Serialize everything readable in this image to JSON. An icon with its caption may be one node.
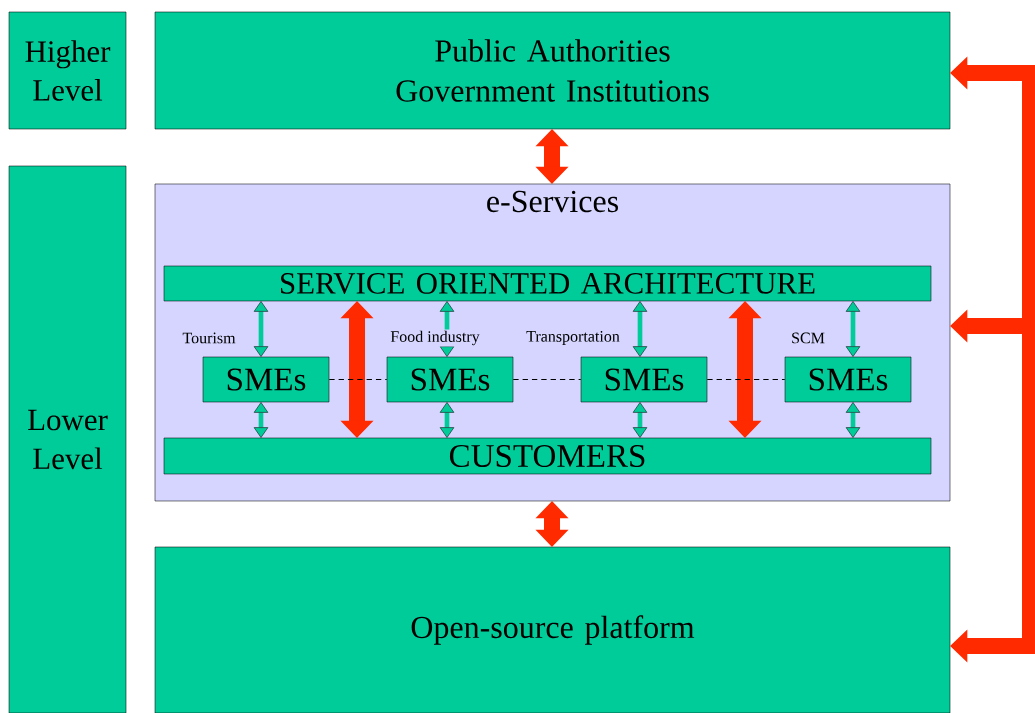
{
  "diagram": {
    "nodes": [
      {
        "text": [
          "Higher Level"
        ]
      },
      {
        "text": [
          "Lower Level"
        ]
      },
      {
        "text": [
          "Public Authorities Government Institutions"
        ]
      },
      {
        "text": [
          "e-Services"
        ]
      },
      {
        "text": [
          "SERVICE ORIENTED ARCHITECTURE"
        ],
        "in": 3
      },
      {
        "text": [
          "SMEs"
        ],
        "in": 3,
        "beside": [
          "Tourism"
        ]
      },
      {
        "text": [
          "SMEs"
        ],
        "in": 3,
        "beside": [
          "Food industry"
        ]
      },
      {
        "text": [
          "SMEs"
        ],
        "in": 3,
        "beside": [
          "Transportation"
        ]
      },
      {
        "text": [
          "SMEs"
        ],
        "in": 3,
        "beside": [
          "SCM"
        ]
      },
      {
        "text": [
          "CUSTOMERS"
        ],
        "in": 3
      },
      {
        "text": [
          "Open-source platform"
        ]
      }
    ],
    "edges": [
      {
        "from": 2,
        "to": 3,
        "arrow": "both",
        "style": "thick",
        "color": "#ff2a00"
      },
      {
        "from": 3,
        "to": 10,
        "arrow": "both",
        "style": "thick",
        "color": "#ff2a00"
      },
      {
        "from": 4,
        "to": 5,
        "arrow": "both"
      },
      {
        "from": 4,
        "to": 6,
        "arrow": "both"
      },
      {
        "from": 4,
        "to": 7,
        "arrow": "both"
      },
      {
        "from": 4,
        "to": 8,
        "arrow": "both"
      },
      {
        "from": 5,
        "to": 9,
        "arrow": "both"
      },
      {
        "from": 6,
        "to": 9,
        "arrow": "both"
      },
      {
        "from": 7,
        "to": 9,
        "arrow": "both"
      },
      {
        "from": 8,
        "to": 9,
        "arrow": "both"
      },
      {
        "from": 4,
        "to": 9,
        "arrow": "both",
        "style": "thick",
        "color": "#ff2a00"
      },
      {
        "from": 4,
        "to": 9,
        "arrow": "both",
        "style": "thick",
        "color": "#ff2a00"
      },
      {
        "from": 5,
        "to": 6,
        "arrow": "none",
        "style": "dashed",
        "color": "#000000"
      },
      {
        "from": 6,
        "to": 7,
        "arrow": "none",
        "style": "dashed",
        "color": "#000000"
      },
      {
        "from": 7,
        "to": 8,
        "arrow": "none",
        "style": "dashed",
        "color": "#000000"
      },
      {
        "from": null,
        "to": 2,
        "arrow": "to",
        "style": "thick",
        "color": "#ff2a00"
      },
      {
        "from": null,
        "to": 3,
        "arrow": "to",
        "style": "thick",
        "color": "#ff2a00"
      },
      {
        "from": null,
        "to": 10,
        "arrow": "to",
        "style": "thick",
        "color": "#ff2a00"
      }
    ]
  }
}
